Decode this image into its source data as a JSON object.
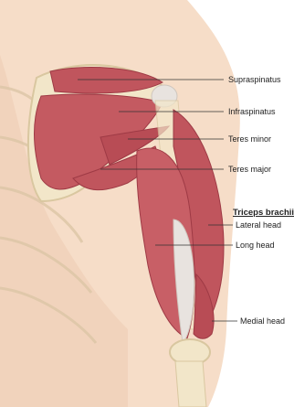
{
  "diagram": {
    "heading": "Triceps brachii",
    "labels": {
      "supraspinatus": "Supraspinatus",
      "infraspinatus": "Infraspinatus",
      "teres_minor": "Teres minor",
      "teres_major": "Teres major",
      "lateral_head": "Lateral head",
      "long_head": "Long head",
      "medial_head": "Medial head"
    }
  },
  "colors": {
    "skin": "#f6ddc8",
    "skin_shadow": "#efcdb4",
    "bone": "#f2e6c9",
    "bone_edge": "#d9c7a0",
    "muscle": "#c0555d",
    "muscle_dark": "#9e3a45",
    "muscle_light": "#d7777c",
    "tendon": "#e8e3df",
    "leader_line": "#333333"
  }
}
